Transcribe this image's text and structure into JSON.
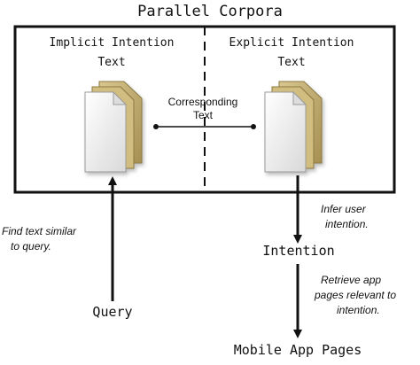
{
  "title": "Parallel Corpora",
  "left_panel": {
    "line1": "Implicit Intention",
    "line2": "Text"
  },
  "right_panel": {
    "line1": "Explicit Intention",
    "line2": "Text"
  },
  "corresponding": {
    "line1": "Corresponding",
    "line2": "Text"
  },
  "notes": {
    "find_text": [
      "Find text similar",
      "to query."
    ],
    "infer_user": [
      "Infer user",
      "intention."
    ],
    "retrieve": [
      "Retrieve app",
      "pages relevant to",
      "intention."
    ]
  },
  "nodes": {
    "query": "Query",
    "intention": "Intention",
    "mobile_app_pages": "Mobile App Pages"
  },
  "icons": {
    "left_document": "document-stack-icon",
    "right_document": "document-stack-icon"
  },
  "colors": {
    "line": "#111111",
    "folder": "#c9b57a",
    "folder_edge": "#9c8a52",
    "paper": "#f4f4f4"
  }
}
